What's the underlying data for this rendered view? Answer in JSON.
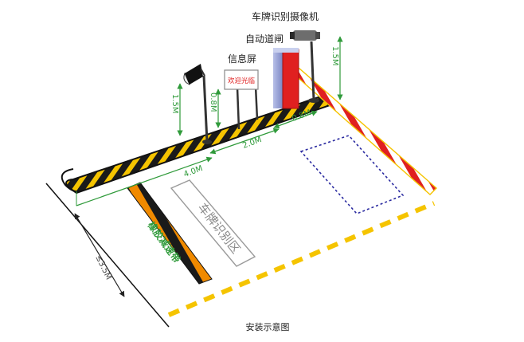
{
  "labels": {
    "camera": "车牌识别摄像机",
    "barrier": "自动道闸",
    "display": "信息屏",
    "display_screen_text": "欢迎光临",
    "recognition_zone": "车牌识别区",
    "speed_bump": "橡胶减速带",
    "caption": "安装示意图"
  },
  "dimensions": {
    "camera_height": "1.5M",
    "lamp_height": "1.5M",
    "display_height": "0.8M",
    "barrier_offset": "0.8M",
    "lamp_to_barrier": "2.0M",
    "bump_to_lamp": "4.0M",
    "lane_width": "≤3.5M"
  },
  "colors": {
    "dimension_green": "#2f9a3a",
    "barrier_red": "#e02020",
    "warning_yellow": "#f5c400",
    "bump_orange": "#f08a00",
    "curb_black": "#1a1a1a"
  }
}
